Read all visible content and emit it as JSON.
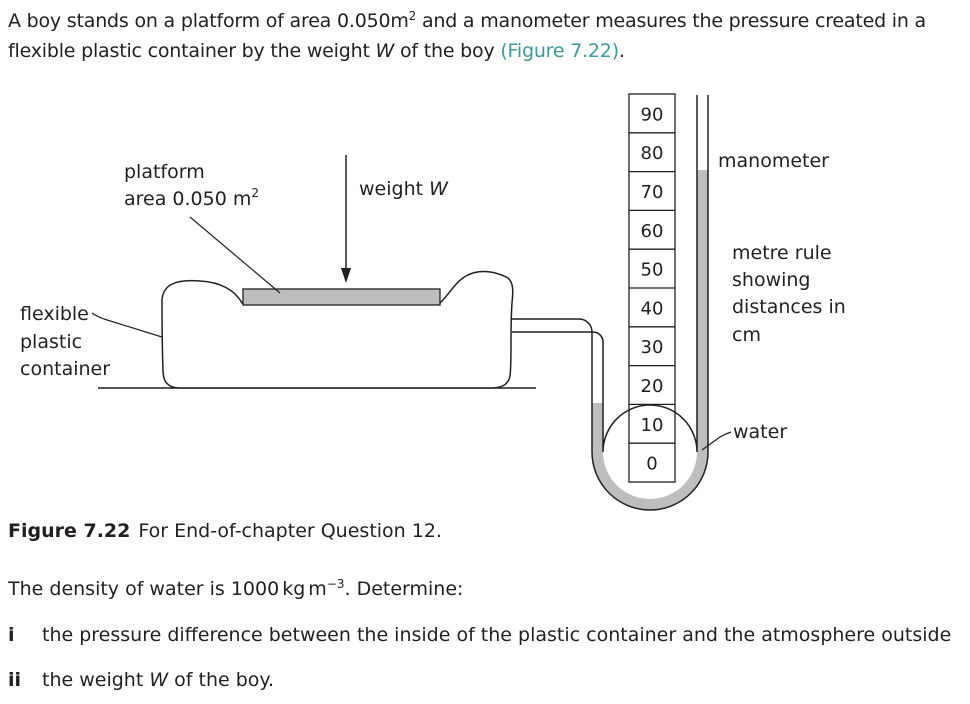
{
  "intro": {
    "part1": "A boy stands on a platform of area 0.050",
    "unit_m": "m",
    "sup_2": "2",
    "part2": " and a manometer measures the pressure created in a flexible plastic container by the weight ",
    "w": "W",
    "part3": " of the boy ",
    "figure_ref": "(Figure 7.22)",
    "end": "."
  },
  "figure": {
    "label_platform_line1": "platform",
    "label_platform_line2": "area 0.050 m",
    "label_platform_sup": "2",
    "label_weight": "weight ",
    "label_weight_w": "W",
    "label_flexible_1": "flexible",
    "label_flexible_2": "plastic",
    "label_flexible_3": "container",
    "label_manometer": "manometer",
    "label_rule_1": "metre rule",
    "label_rule_2": "showing",
    "label_rule_3": "distances in",
    "label_rule_4": "cm",
    "label_water": "water",
    "scale": [
      "90",
      "80",
      "70",
      "60",
      "50",
      "40",
      "30",
      "20",
      "10",
      "0"
    ]
  },
  "caption": {
    "label": "Figure 7.22",
    "text": "For End-of-chapter Question 12."
  },
  "density": {
    "part1": "The density of water is 1000",
    "unit": "kg",
    "unit_m": "m",
    "sup": "−3",
    "part2": ". Determine:"
  },
  "questions": [
    {
      "num": "i",
      "text": "the pressure difference between the inside of the plastic container and the atmosphere outside"
    },
    {
      "num": "ii",
      "text": "the weight ",
      "w": "W",
      "end": " of the boy."
    }
  ]
}
